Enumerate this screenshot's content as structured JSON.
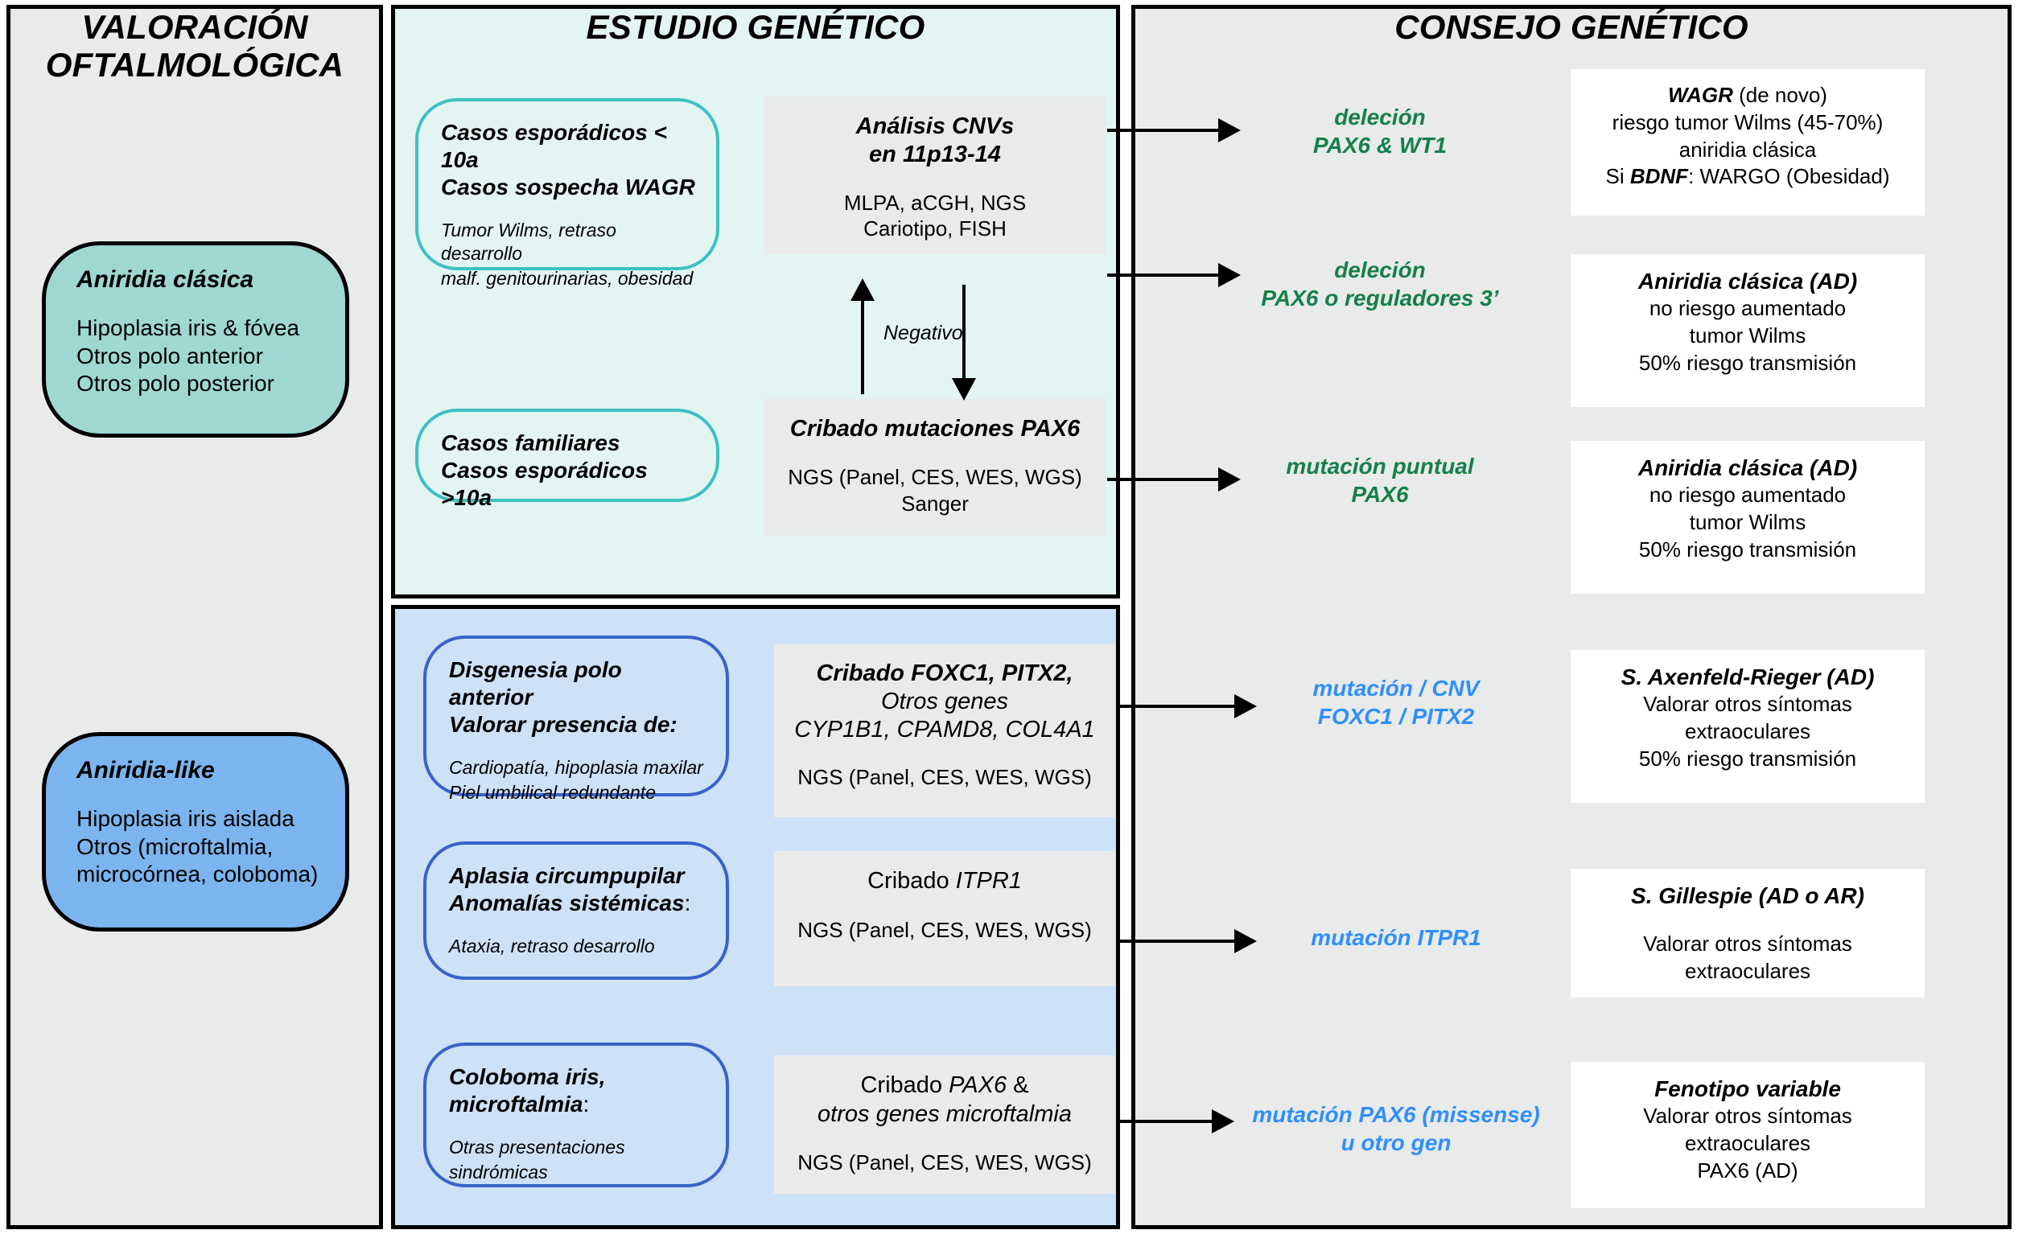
{
  "columns": {
    "left_title": "VALORACIÓN\nOFTALMOLÓGICA",
    "left_title_l1": "VALORACIÓN",
    "left_title_l2": "OFTALMOLÓGICA",
    "mid_title": "ESTUDIO GENÉTICO",
    "right_title": "CONSEJO GENÉTICO"
  },
  "colors": {
    "panel_grey": "#e9eaea",
    "panel_teal": "#e3f5f3",
    "panel_blue": "#cde1f7",
    "box_aniridia_classic": "#9fd8d3",
    "box_aniridia_like": "#7bb4ef",
    "result_green": "#14804a",
    "result_blue": "#2e8fff",
    "border_teal": "#3fbfc4",
    "border_blue": "#3a62c8"
  },
  "phenotypes": [
    {
      "title": "Aniridia clásica",
      "lines": [
        "Hipoplasia iris & fóvea",
        "Otros polo anterior",
        "Otros polo posterior"
      ]
    },
    {
      "title": "Aniridia-like",
      "lines": [
        "Hipoplasia iris aislada",
        "Otros (microftalmia,",
        "microcórnea, coloboma)"
      ]
    }
  ],
  "indications": {
    "esporadicos": {
      "title_l1": "Casos esporádicos < 10a",
      "title_l2": "Casos sospecha WAGR",
      "sub_l1": "Tumor Wilms, retraso desarrollo",
      "sub_l2": "malf. genitourinarias, obesidad"
    },
    "familiares": {
      "title_l1": "Casos familiares",
      "title_l2": "Casos esporádicos >10a"
    },
    "disgenesia": {
      "title_l1": "Disgenesia polo anterior",
      "title_l2": "Valorar presencia de:",
      "sub_l1": "Cardiopatía, hipoplasia maxilar",
      "sub_l2": "Piel umbilical redundante"
    },
    "aplasia": {
      "title_l1": "Aplasia circumpupilar",
      "title_l2": "Anomalías sistémicas",
      "title_l2_tail": ":",
      "sub_l1": "Ataxia, retraso desarrollo"
    },
    "coloboma": {
      "title_l1": "Coloboma iris,",
      "title_l2": "microftalmia",
      "title_l2_tail": ":",
      "sub_l1": "Otras presentaciones",
      "sub_l2": "sindrómicas"
    }
  },
  "tests": {
    "cnv": {
      "title_l1": "Análisis CNVs",
      "title_l2": "en 11p13-14",
      "sub_l1": "MLPA, aCGH, NGS",
      "sub_l2": "Cariotipo, FISH"
    },
    "pax6": {
      "title_l1": "Cribado mutaciones PAX6",
      "sub_l1": "NGS (Panel, CES, WES, WGS)",
      "sub_l2": "Sanger"
    },
    "foxc1": {
      "title_l1": "Cribado FOXC1, PITX2,",
      "title_l2": "Otros genes",
      "title_l3": "CYP1B1, CPAMD8, COL4A1",
      "sub_l1": "NGS (Panel, CES, WES, WGS)"
    },
    "itpr1": {
      "title_pre": "Cribado ",
      "title_gene": "ITPR1",
      "sub_l1": "NGS (Panel, CES, WES, WGS)"
    },
    "pax6_micro": {
      "title_pre": "Cribado ",
      "title_gene": "PAX6",
      "title_post": " &",
      "title_l2": "otros genes microftalmia",
      "sub_l1": "NGS (Panel, CES, WES, WGS)"
    }
  },
  "edges": {
    "negativo": "Negativo"
  },
  "results": [
    {
      "l1": "deleción",
      "l2": "PAX6 & WT1",
      "color": "green"
    },
    {
      "l1": "deleción",
      "l2": "PAX6 o reguladores 3’",
      "color": "green"
    },
    {
      "l1": "mutación puntual",
      "l2": "PAX6",
      "color": "green"
    },
    {
      "l1": "mutación / CNV",
      "l2": "FOXC1 / PITX2",
      "color": "blue"
    },
    {
      "l1": "mutación ITPR1",
      "l2": "",
      "color": "blue"
    },
    {
      "l1": "mutación PAX6 (missense)",
      "l2": "u otro gen",
      "color": "blue"
    }
  ],
  "outcomes": [
    {
      "title_gene": "WAGR ",
      "title_rest": "(de novo)",
      "lines": [
        "riesgo tumor Wilms (45-70%)",
        "aniridia clásica"
      ],
      "last_pre": "Si ",
      "last_bold": "BDNF",
      "last_post": ": WARGO (Obesidad)"
    },
    {
      "title": "Aniridia clásica (AD)",
      "lines": [
        "no riesgo aumentado",
        "tumor Wilms",
        "50% riesgo transmisión"
      ]
    },
    {
      "title": "Aniridia clásica (AD)",
      "lines": [
        "no riesgo aumentado",
        "tumor Wilms",
        "50% riesgo transmisión"
      ]
    },
    {
      "title": "S. Axenfeld-Rieger (AD)",
      "lines": [
        "Valorar otros síntomas",
        "extraoculares",
        "50% riesgo transmisión"
      ]
    },
    {
      "title": "S. Gillespie (AD o AR)",
      "lines": [
        "",
        "Valorar otros síntomas",
        "extraoculares"
      ]
    },
    {
      "title": "Fenotipo variable",
      "lines": [
        "Valorar otros síntomas",
        "extraoculares",
        "PAX6 (AD)"
      ]
    }
  ]
}
